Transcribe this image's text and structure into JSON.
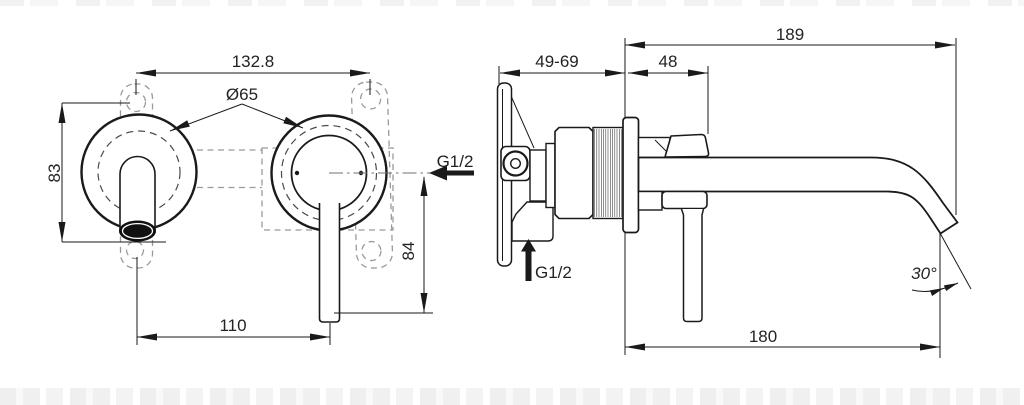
{
  "drawing": {
    "front_view": {
      "dims": {
        "hole_spacing": "132.8",
        "escutcheon_diameter": "Ø65",
        "height": "83",
        "spout_handle_spacing": "110",
        "handle_drop": "84"
      },
      "inlet_label": "G1/2"
    },
    "side_view": {
      "dims": {
        "depth_range": "49-69",
        "handle_projection": "48",
        "total_reach": "189",
        "spout_reach": "180",
        "spout_angle": "30°"
      },
      "inlet_label": "G1/2"
    },
    "colors": {
      "line": "#1a1a1a",
      "dashed_gray": "#9a9a9a",
      "dashed_dark": "#4a4a4a",
      "text": "#232323",
      "background": "#ffffff"
    }
  }
}
